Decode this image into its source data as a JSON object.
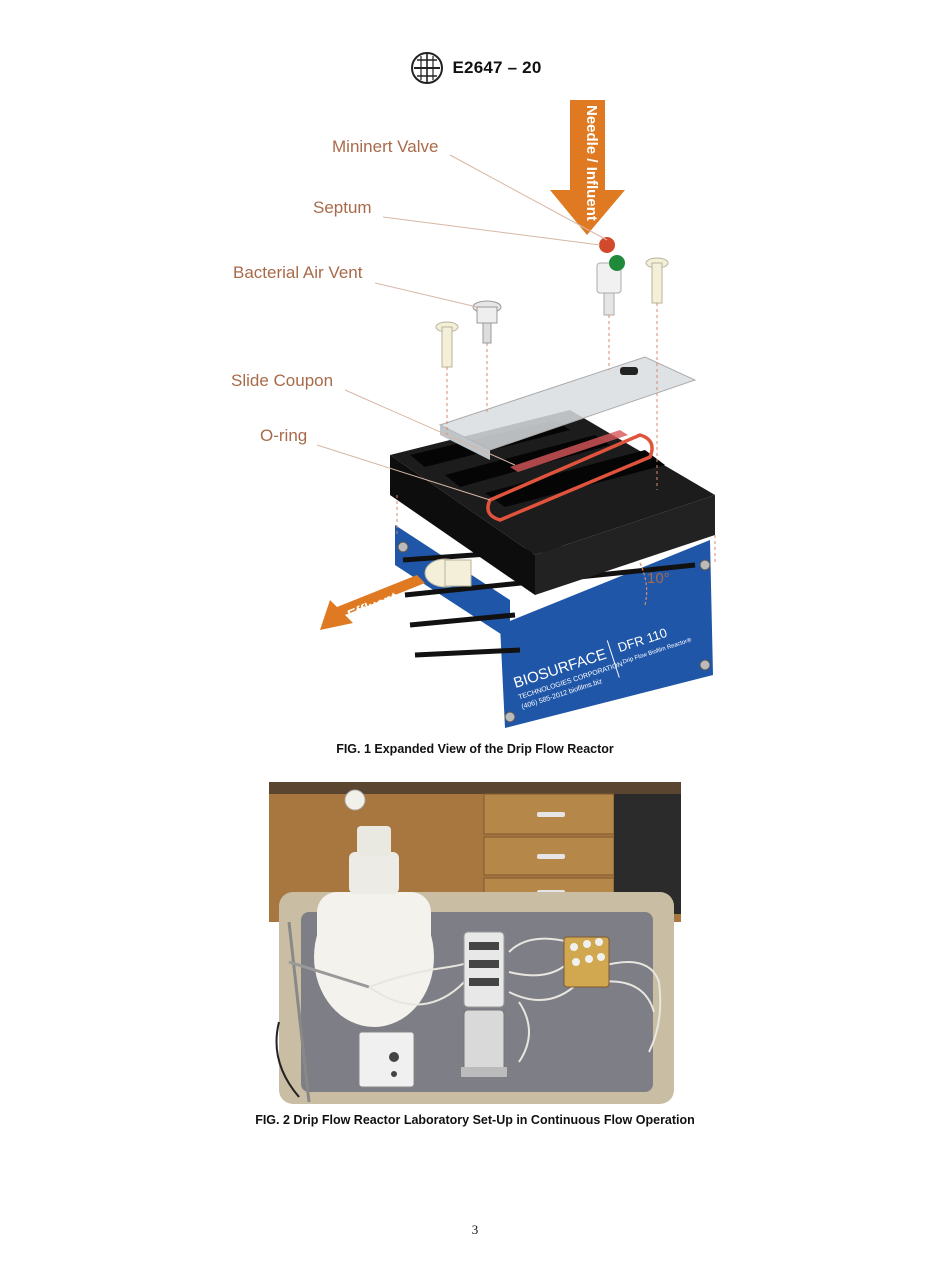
{
  "header": {
    "doc_id": "E2647 – 20"
  },
  "figure1": {
    "caption": "FIG. 1 Expanded View of the Drip Flow Reactor",
    "labels": {
      "mininert_valve": "Mininert Valve",
      "septum": "Septum",
      "bacterial_air_vent": "Bacterial Air Vent",
      "slide_coupon": "Slide Coupon",
      "o_ring": "O-ring",
      "needle_influent": "Needle / Influent",
      "effluent": "Effluent",
      "angle": "10°"
    },
    "panel": {
      "brand": "BIOSURFACE",
      "brand_sub": "TECHNOLOGIES CORPORATION",
      "contact": "(406) 585-2012    biofilms.biz",
      "model": "DFR 110",
      "model_sub": "Drip Flow Biofilm Reactor®"
    },
    "colors": {
      "label": "#a86a4a",
      "arrow": "#e07a22",
      "panel": "#1f56a8",
      "oring": "#e0533c"
    }
  },
  "figure2": {
    "caption": "FIG. 2 Drip Flow Reactor Laboratory Set-Up in Continuous Flow Operation"
  },
  "page": {
    "number": "3"
  }
}
